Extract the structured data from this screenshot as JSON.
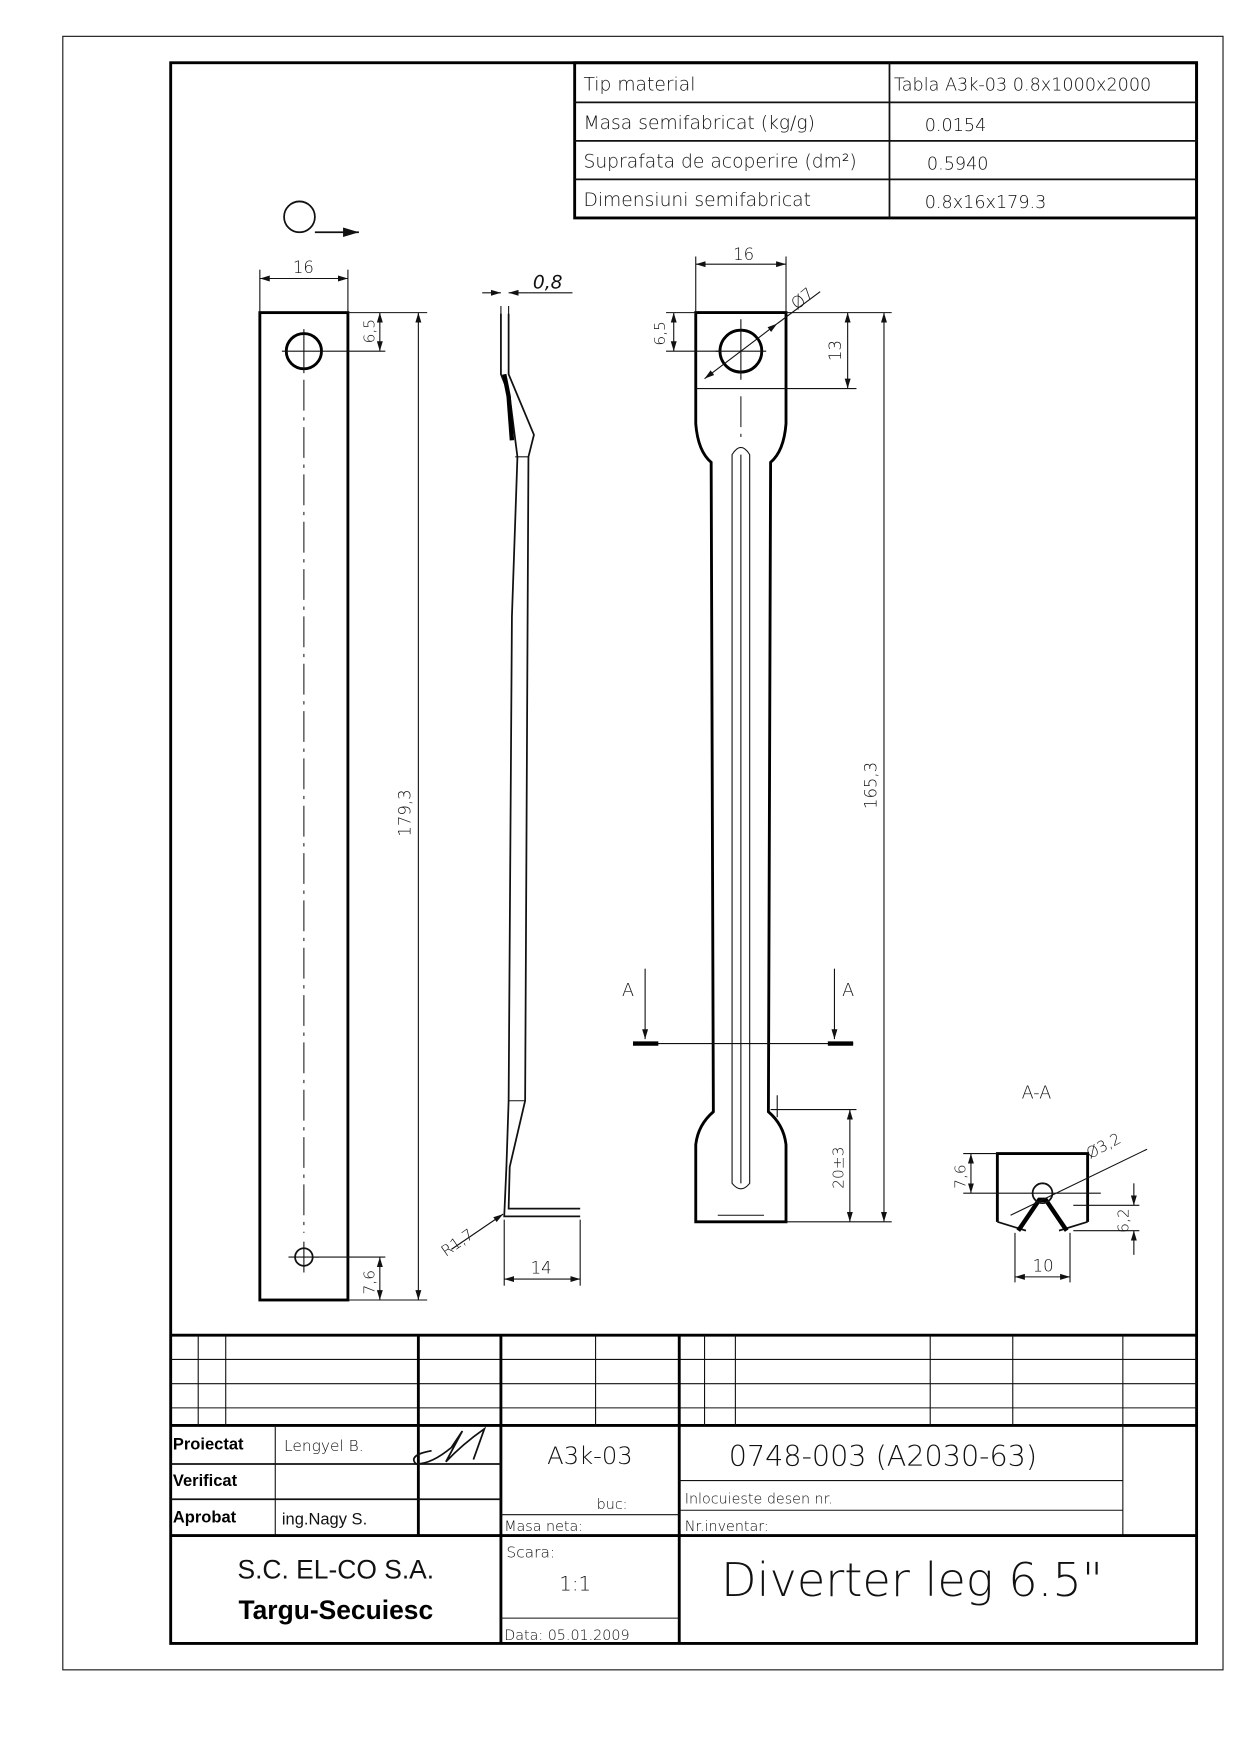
{
  "material_table": {
    "rows": [
      {
        "label": "Tip material",
        "value": "Tabla  A3k-03  0.8x1000x2000"
      },
      {
        "label": "Masa semifabricat (kg/g)",
        "value": "0.0154"
      },
      {
        "label": "Suprafata de acoperire (dm²)",
        "value": "0.5940"
      },
      {
        "label": "Dimensiuni semifabricat",
        "value": "0.8x16x179.3"
      }
    ]
  },
  "front_view": {
    "width_dim": "16",
    "hole_offset_dim": "6,5",
    "length_dim": "179,3",
    "bottom_hole_dim": "7,6"
  },
  "side_view": {
    "thickness_dim": "0,8",
    "radius_dim": "R1,7",
    "foot_dim": "14"
  },
  "formed_view": {
    "width_dim": "16",
    "hole_diameter_dim": "Ø7",
    "hole_offset_dim": "6,5",
    "head_dim": "13",
    "length_dim": "165,3",
    "foot_dim": "20±3",
    "section_mark_left": "A",
    "section_mark_right": "A"
  },
  "section_view": {
    "title": "A-A",
    "height_dim": "7,6",
    "hole_diameter_dim": "Ø3,2",
    "depth_dim": "6,2",
    "width_dim": "10"
  },
  "title_block": {
    "roles": [
      {
        "role": "Proiectat",
        "name": "Lengyel B."
      },
      {
        "role": "Verificat",
        "name": ""
      },
      {
        "role": "Aprobat",
        "name": "ing.Nagy S."
      }
    ],
    "material": "A3k-03",
    "quantity_label": "buc:",
    "net_mass_label": "Masa neta:",
    "drawing_number": "0748-003 (A2030-63)",
    "replaces_label": "Inlocuieste desen nr.",
    "inventory_label": "Nr.inventar:",
    "company_line1": "S.C. EL-CO S.A.",
    "company_line2": "Targu-Secuiesc",
    "scale_label": "Scara:",
    "scale_value": "1:1",
    "date": "Data: 05.01.2009",
    "part_title": "Diverter leg  6.5\""
  }
}
